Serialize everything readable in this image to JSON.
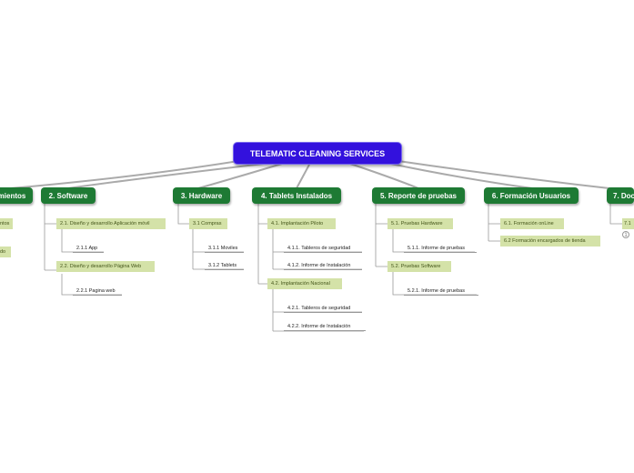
{
  "root": {
    "title": "TELEMATIC CLEANING SERVICES"
  },
  "branches": [
    {
      "title": "mientos",
      "subs": [
        {
          "label": "ntos"
        },
        {
          "label": "do"
        }
      ]
    },
    {
      "title": "2. Software",
      "subs": [
        {
          "label": "2.1. Diseño y desarrollo Aplicación móvil",
          "leaves": [
            "2.1.1 App"
          ]
        },
        {
          "label": "2.2. Diseño y desarrollo Página Web",
          "leaves": [
            "2.2.1 Pagina web"
          ]
        }
      ]
    },
    {
      "title": "3. Hardware",
      "subs": [
        {
          "label": "3.1 Compras",
          "leaves": [
            "3.1.1 Moviles",
            "3.1.2 Tablets"
          ]
        }
      ]
    },
    {
      "title": "4. Tablets Instalados",
      "subs": [
        {
          "label": "4.1. Implantación Piloto",
          "leaves": [
            "4.1.1. Tableros de seguridad",
            "4.1.2. Informe de Instalación"
          ]
        },
        {
          "label": "4.2. Implantación Nacional",
          "leaves": [
            "4.2.1. Tableros de seguridad",
            "4.2.2. Informe de Instalación"
          ]
        }
      ]
    },
    {
      "title": "5. Reporte de pruebas",
      "subs": [
        {
          "label": "5.1. Pruebas Hardware",
          "leaves": [
            "5.1.1. Informe de pruebas"
          ]
        },
        {
          "label": "5.2. Pruebas Software",
          "leaves": [
            "5.2.1. Informe de pruebas"
          ]
        }
      ]
    },
    {
      "title": "6. Formación Usuarios",
      "subs": [
        {
          "label": "6.1. Formación onLine"
        },
        {
          "label": "6.2 Formación encargados de tienda"
        }
      ]
    },
    {
      "title": "7. Doc",
      "subs": [
        {
          "label": "7.1"
        }
      ]
    }
  ],
  "collapse_count": "1",
  "colors": {
    "root": "#3311dd",
    "main": "#1e7a34",
    "sub": "#d4e2a8",
    "line": "#aaaaaa"
  }
}
